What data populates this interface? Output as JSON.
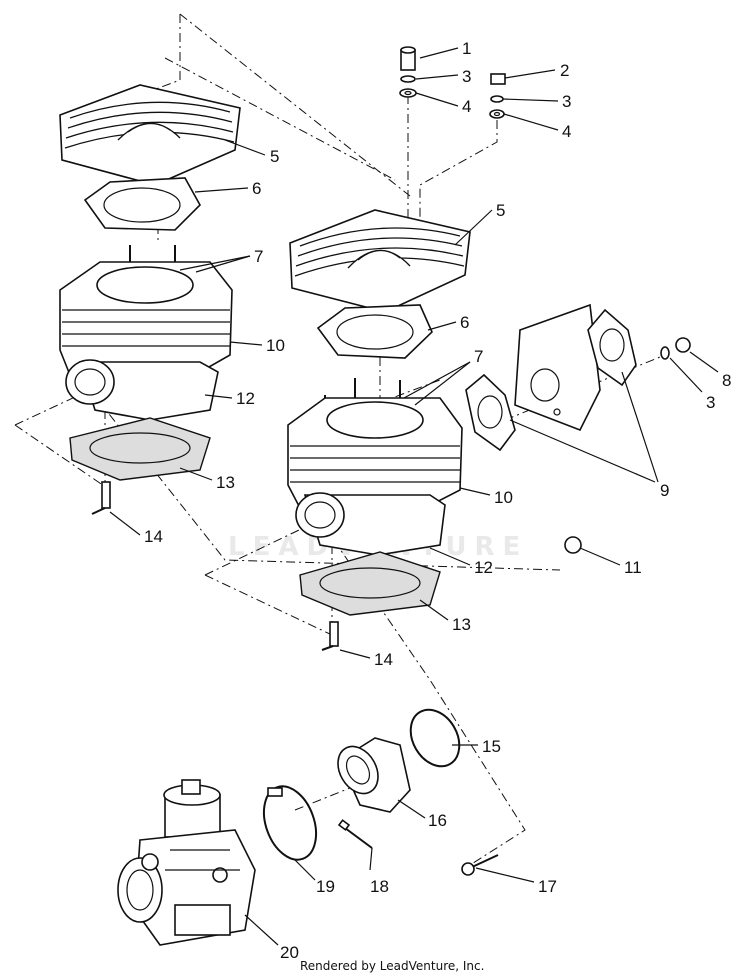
{
  "callouts": {
    "c1": "1",
    "c2": "2",
    "c3a": "3",
    "c3b": "3",
    "c3c": "3",
    "c4a": "4",
    "c4b": "4",
    "c5a": "5",
    "c5b": "5",
    "c6a": "6",
    "c6b": "6",
    "c7a": "7",
    "c7b": "7",
    "c8": "8",
    "c9": "9",
    "c10a": "10",
    "c10b": "10",
    "c11": "11",
    "c12a": "12",
    "c12b": "12",
    "c13a": "13",
    "c13b": "13",
    "c14a": "14",
    "c14b": "14",
    "c15": "15",
    "c16": "16",
    "c17": "17",
    "c18": "18",
    "c19": "19",
    "c20": "20"
  },
  "watermark": "LEADVENTURE",
  "credit": "Rendered by LeadVenture, Inc."
}
